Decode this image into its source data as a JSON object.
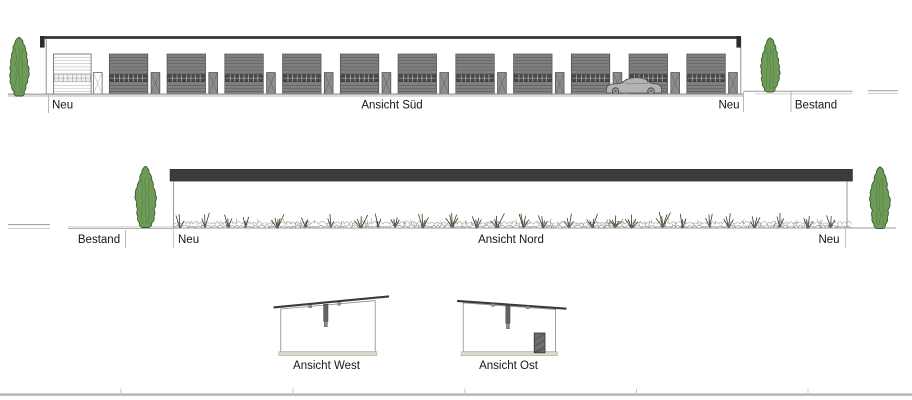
{
  "page": {
    "background": "#ffffff"
  },
  "colors": {
    "roof_line": "#2d2d2d",
    "roof_band": "#3c3c3c",
    "facade": "#ffffff",
    "garage_door": "#7f7f7f",
    "garage_door_first": "#fdfdfd",
    "entry_door": "#8d8d8d",
    "window_band_dark": "#474747",
    "tree_fill": "#6e9b58",
    "tree_stroke": "#3c5a31",
    "ground_line": "#909090",
    "ground_strip": "#dcdcd6",
    "vegetation_light": "#8f9c88",
    "vegetation_dark": "#333d2a",
    "base_strip": "#d9d9cc",
    "car": "#b3b3b3",
    "text": "#161616",
    "border_line": "#b4b4b4"
  },
  "elevations": {
    "sued": {
      "title": "Ansicht Süd",
      "label_left": "Neu",
      "label_right": "Neu",
      "label_bestand": "Bestand",
      "garage_door_count": 12,
      "entry_door_count": 12
    },
    "nord": {
      "title": "Ansicht Nord",
      "label_bestand": "Bestand",
      "label_neu_left": "Neu",
      "label_neu_right": "Neu"
    },
    "west": {
      "title": "Ansicht West"
    },
    "ost": {
      "title": "Ansicht Ost"
    }
  }
}
